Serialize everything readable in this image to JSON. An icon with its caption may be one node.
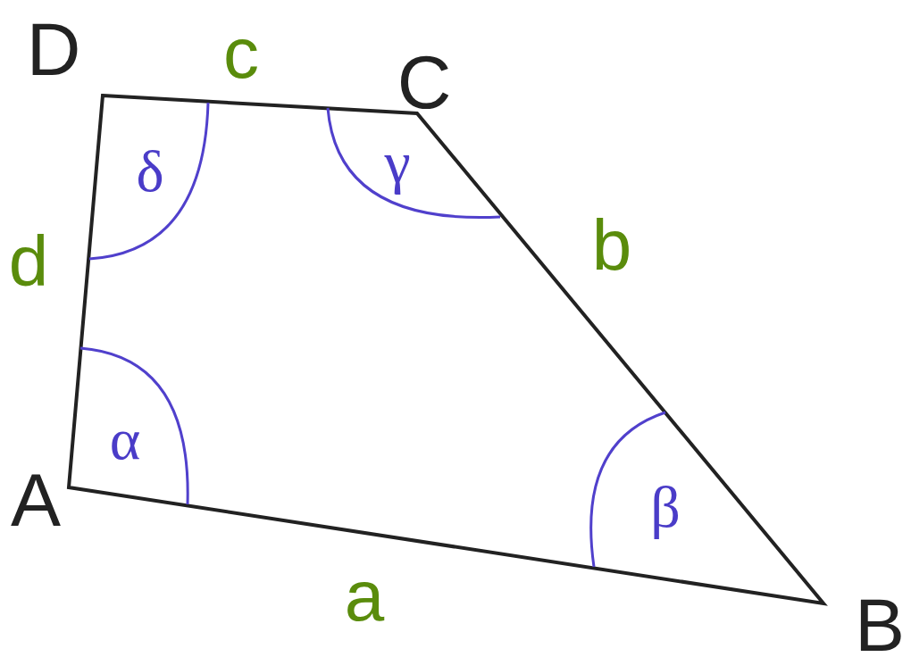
{
  "diagram": {
    "labels": [
      "D",
      "c",
      "C",
      "δ",
      "γ",
      "b",
      "d",
      "α",
      "β",
      "A",
      "a",
      "B"
    ]
  }
}
